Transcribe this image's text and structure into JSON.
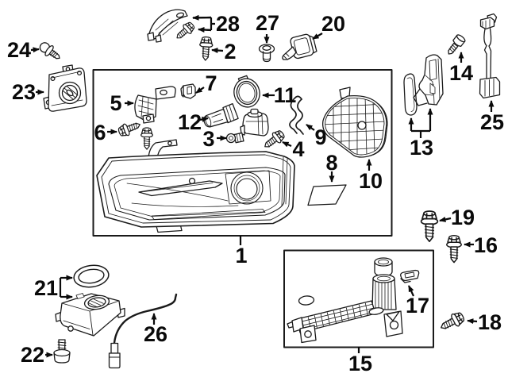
{
  "diagram": {
    "kind": "exploded-parts-diagram",
    "subject": "headlamp-assembly-components",
    "colors": {
      "background": "#ffffff",
      "line": "#1a1a1a",
      "label": "#0a0a0a"
    },
    "callouts": {
      "c1": "1",
      "c2": "2",
      "c3": "3",
      "c4": "4",
      "c5": "5",
      "c6": "6",
      "c7": "7",
      "c8": "8",
      "c9": "9",
      "c10": "10",
      "c11": "11",
      "c12": "12",
      "c13": "13",
      "c14": "14",
      "c15": "15",
      "c16": "16",
      "c17": "17",
      "c18": "18",
      "c19": "19",
      "c20": "20",
      "c21": "21",
      "c22": "22",
      "c23": "23",
      "c24": "24",
      "c25": "25",
      "c26": "26",
      "c27": "27",
      "c28": "28"
    }
  }
}
